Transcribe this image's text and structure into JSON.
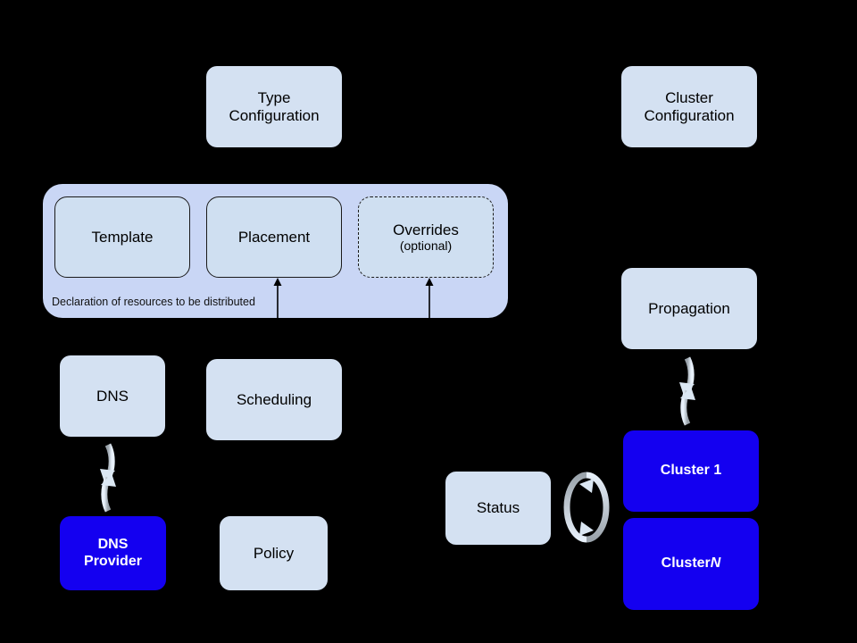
{
  "diagram": {
    "title": "Kubefed federation architecture diagram",
    "background_color": "#000000",
    "palette": {
      "light_box": "#d4e1f2",
      "inner_box": "#cfdff1",
      "group_panel": "#c9d6f5",
      "cluster_blue": "#1400f0",
      "text_dark": "#000000",
      "text_light": "#ffffff",
      "arrow_stroke": "#000000",
      "sync_icon": "#b9c3cc"
    },
    "nodes": [
      {
        "id": "type-configuration",
        "label_line1": "Type",
        "label_line2": "Configuration",
        "style": "light"
      },
      {
        "id": "cluster-configuration",
        "label_line1": "Cluster",
        "label_line2": "Configuration",
        "style": "light"
      },
      {
        "id": "template",
        "label_line1": "Template",
        "label_line2": "",
        "style": "inner"
      },
      {
        "id": "placement",
        "label_line1": "Placement",
        "label_line2": "",
        "style": "inner"
      },
      {
        "id": "overrides",
        "label_line1": "Overrides",
        "label_line2": "(optional)",
        "style": "inner-dashed"
      },
      {
        "id": "dns",
        "label_line1": "DNS",
        "label_line2": "",
        "style": "light"
      },
      {
        "id": "scheduling",
        "label_line1": "Scheduling",
        "label_line2": "",
        "style": "light"
      },
      {
        "id": "dns-provider",
        "label_line1": "DNS",
        "label_line2": "Provider",
        "style": "blue"
      },
      {
        "id": "policy",
        "label_line1": "Policy",
        "label_line2": "",
        "style": "light"
      },
      {
        "id": "propagation",
        "label_line1": "Propagation",
        "label_line2": "",
        "style": "light"
      },
      {
        "id": "status",
        "label_line1": "Status",
        "label_line2": "",
        "style": "light"
      },
      {
        "id": "cluster-1",
        "label_line1": "Cluster 1",
        "label_line2": "",
        "style": "blue"
      },
      {
        "id": "cluster-n",
        "label_line1": "Cluster ",
        "label_line2": "N",
        "style": "blue"
      }
    ],
    "group": {
      "id": "federated-resource-group",
      "caption": "Declaration of resources to be distributed"
    },
    "connectors": [
      {
        "from": "type-configuration",
        "to": "template",
        "kind": "arrow-down"
      },
      {
        "from": "type-configuration",
        "to": "placement",
        "kind": "arrow-down"
      },
      {
        "from": "type-configuration",
        "to": "overrides",
        "kind": "arrow-down"
      },
      {
        "from": "scheduling",
        "to": "placement",
        "kind": "arrow-up"
      },
      {
        "from": "policy",
        "to": "overrides",
        "kind": "arrow-up"
      },
      {
        "from": "propagation",
        "to": "cluster-1",
        "kind": "sync-vertical"
      },
      {
        "from": "dns",
        "to": "dns-provider",
        "kind": "sync-vertical"
      },
      {
        "from": "status",
        "to": "cluster-1",
        "kind": "sync-horizontal"
      }
    ]
  }
}
